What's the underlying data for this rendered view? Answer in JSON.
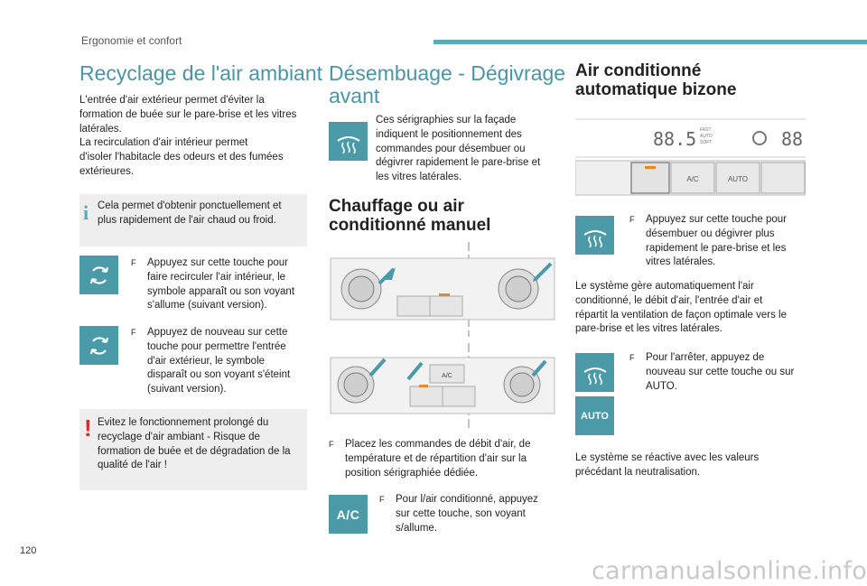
{
  "header": {
    "section": "Ergonomie et confort",
    "accent_color": "#5aaab8"
  },
  "page_number": "120",
  "watermark": "carmanualsonline.info",
  "col1": {
    "title": "Recyclage de l'air ambiant",
    "intro": [
      "L'entrée d'air extérieur permet d'éviter la",
      "formation de buée sur le pare-brise et les vitres",
      "latérales.",
      "La recirculation d'air intérieur permet",
      "d'isoler l'habitacle des odeurs et des fumées",
      "extérieures."
    ],
    "info_icon": "i",
    "info_text": [
      "Cela permet d'obtenir ponctuellement et",
      "plus rapidement de l'air chaud ou froid."
    ],
    "step1": [
      "Appuyez sur cette touche pour",
      "faire recirculer l'air intérieur, le",
      "symbole apparaît ou son voyant",
      "s'allume (suivant version)."
    ],
    "step2": [
      "Appuyez de nouveau sur cette",
      "touche pour permettre l'entrée",
      "d'air extérieur, le symbole",
      "disparaît ou son voyant s'éteint",
      "(suivant version)."
    ],
    "warning_icon": "!",
    "warning_text": [
      "Evitez le fonctionnement prolongé du",
      "recyclage d'air ambiant - Risque de",
      "formation de buée et de dégradation de la",
      "qualité de l'air !"
    ]
  },
  "col2": {
    "title_line1": "Désembuage - Dégivrage",
    "title_line2": "avant",
    "intro": [
      "Ces sérigraphies sur la façade",
      "indiquent le positionnement des",
      "commandes pour désembuer ou",
      "dégivrer rapidement le pare-brise et",
      "les vitres latérales."
    ],
    "subtitle_line1": "Chauffage ou air",
    "subtitle_line2": "conditionné manuel",
    "panel_label": "A/C",
    "step1": [
      "Placez les commandes de débit d'air, de",
      "température et de répartition d'air sur la",
      "position sérigraphiée dédiée."
    ],
    "ac_tile_label": "A/C",
    "step2": [
      "Pour l/air conditionné, appuyez",
      "sur cette touche, son voyant",
      "s/allume."
    ]
  },
  "col3": {
    "title_line1": "Air conditionné",
    "title_line2": "automatique bizone",
    "panel": {
      "display_left": "88.5",
      "display_right": "88",
      "small_text": [
        "FAST",
        "AUTO",
        "SOFT"
      ],
      "btn_ac": "A/C",
      "btn_auto": "AUTO"
    },
    "step1": [
      "Appuyez sur cette touche pour",
      "désembuer ou dégivrer plus",
      "rapidement le pare-brise et les",
      "vitres latérales."
    ],
    "para1": [
      "Le système gère automatiquement l'air",
      "conditionné, le débit d'air, l'entrée d'air et",
      "répartit la ventilation de façon optimale vers le",
      "pare-brise et les vitres latérales."
    ],
    "step2": [
      "Pour l'arrêter, appuyez de",
      "nouveau sur cette touche ou sur",
      "AUTO."
    ],
    "auto_tile_label": "AUTO",
    "para2": [
      "Le système se réactive avec les valeurs",
      "précédant la neutralisation."
    ]
  },
  "bullet_marker": "F",
  "colors": {
    "tile": "#4a9aa8",
    "title": "#4a96a4",
    "box": "#eeeeee",
    "warning": "#d0302a"
  }
}
